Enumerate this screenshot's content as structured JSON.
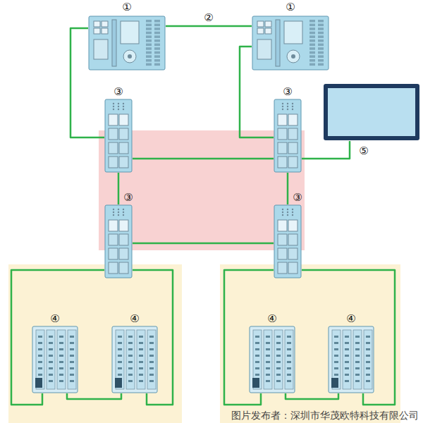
{
  "diagram": {
    "nodes": [
      {
        "text": [
          "①"
        ]
      },
      {
        "text": [
          "①"
        ]
      },
      {
        "text": [
          "③"
        ]
      },
      {
        "text": [
          "③"
        ]
      },
      {
        "text": [
          "③"
        ]
      },
      {
        "text": [
          "③"
        ]
      },
      {
        "text": [
          "⑤"
        ]
      },
      {
        "text": [
          "④"
        ]
      },
      {
        "text": [
          "④"
        ]
      },
      {
        "text": [
          "④"
        ]
      },
      {
        "text": [
          "④"
        ]
      }
    ],
    "edges": [
      {
        "from": 0,
        "to": 1,
        "label": "②",
        "arrow": "none"
      },
      {
        "from": 0,
        "to": 2,
        "arrow": "none"
      },
      {
        "from": 1,
        "to": 3,
        "arrow": "none"
      },
      {
        "from": 2,
        "to": 3,
        "arrow": "none"
      },
      {
        "from": 3,
        "to": 6,
        "arrow": "none"
      },
      {
        "from": 2,
        "to": 4,
        "arrow": "none"
      },
      {
        "from": 3,
        "to": 5,
        "arrow": "none"
      },
      {
        "from": 4,
        "to": 5,
        "arrow": "none"
      },
      {
        "from": 4,
        "to": 7,
        "arrow": "none"
      },
      {
        "from": 7,
        "to": 8,
        "arrow": "none"
      },
      {
        "from": 8,
        "to": 4,
        "arrow": "none"
      },
      {
        "from": 5,
        "to": 9,
        "arrow": "none"
      },
      {
        "from": 9,
        "to": 10,
        "arrow": "none"
      },
      {
        "from": 10,
        "to": 5,
        "arrow": "none"
      }
    ],
    "labels": [
      "图片发布者：深圳市华茂欧特科技有限公司"
    ]
  }
}
